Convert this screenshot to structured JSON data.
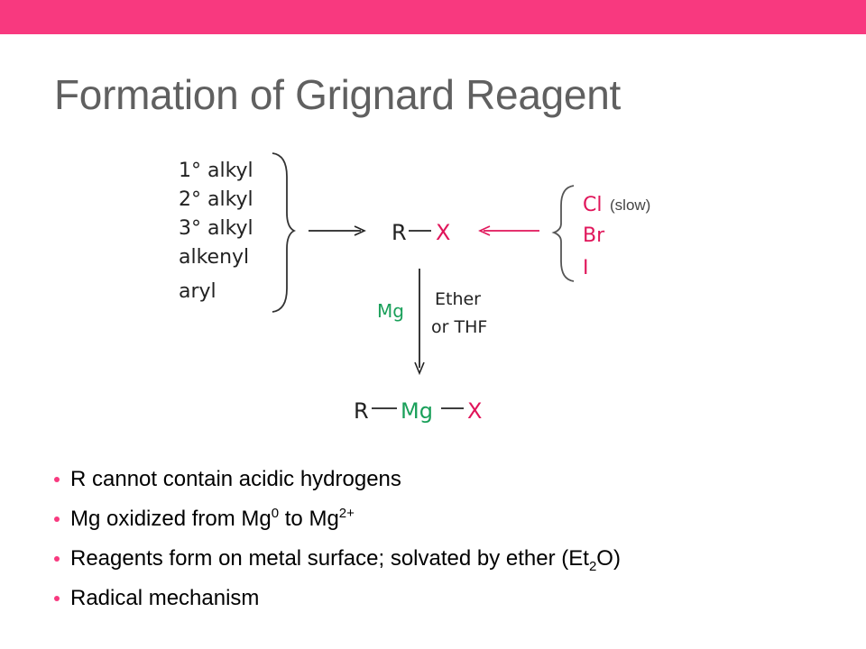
{
  "slide": {
    "title": "Formation of Grignard Reagent",
    "accent_color": "#f8397f"
  },
  "diagram": {
    "substrate_types": [
      "1° alkyl",
      "2° alkyl",
      "3° alkyl",
      "alkenyl",
      "aryl"
    ],
    "halide_label": "R—X",
    "halides": [
      "Cl",
      "Br",
      "I"
    ],
    "slow_note": "(slow)",
    "reagent_label": "Mg",
    "solvent_lines": [
      "Ether",
      "or THF"
    ],
    "product": {
      "r": "R",
      "mg": "Mg",
      "x": "X"
    },
    "colors": {
      "halogen": "#e0155a",
      "magnesium": "#1aa05a",
      "text": "#222222"
    }
  },
  "bullets": {
    "b1": "R cannot contain acidic hydrogens",
    "b2": {
      "t1": "Mg oxidized from Mg",
      "sup1": "0",
      "t2": " to Mg",
      "sup2": "2+"
    },
    "b3": {
      "t1": "Reagents form on metal surface; solvated by ether (Et",
      "sub": "2",
      "t2": "O)"
    },
    "b4": "Radical mechanism"
  }
}
